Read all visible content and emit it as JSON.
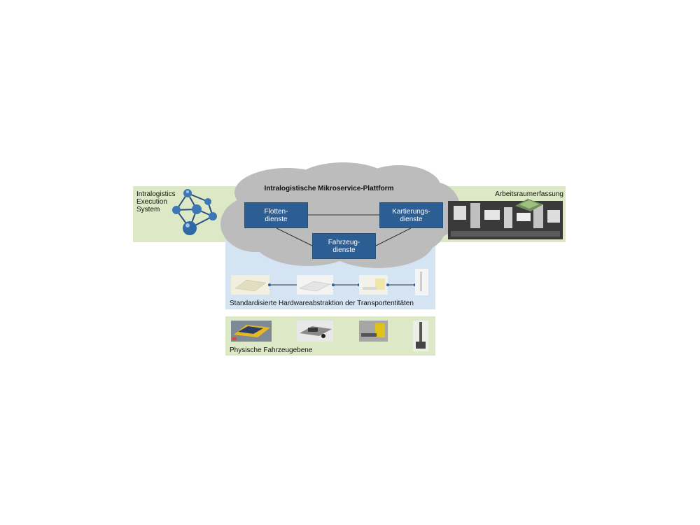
{
  "diagram": {
    "left_panel": {
      "label": "Intralogistics\nExecution\nSystem",
      "icon": "network-graph-icon"
    },
    "right_panel": {
      "label": "Arbeitsraumerfassung",
      "icon": "workspace-scan-photo"
    },
    "cloud": {
      "title": "Intralogistische Mikroservice-Plattform",
      "services": [
        {
          "label": "Flotten-\ndienste"
        },
        {
          "label": "Kartierungs-\ndienste"
        },
        {
          "label": "Fahrzeug-\ndienste"
        }
      ]
    },
    "hardware_layer": {
      "label": "Standardisierte Hardwareabstraktion der Transportentitäten",
      "items": [
        "agv-model-icon",
        "platform-vehicle-model-icon",
        "forklift-model-icon",
        "mobile-robot-model-icon"
      ]
    },
    "physical_layer": {
      "label": "Physische Fahrzeugebene",
      "items": [
        "agv-photo",
        "platform-vehicle-photo",
        "forklift-photo",
        "mobile-robot-photo"
      ]
    },
    "colors": {
      "band_green": "#dde9c6",
      "cloud_grey": "#bdbdbd",
      "layer_blue": "#d5e4f2",
      "service_blue": "#2d5e93"
    }
  }
}
